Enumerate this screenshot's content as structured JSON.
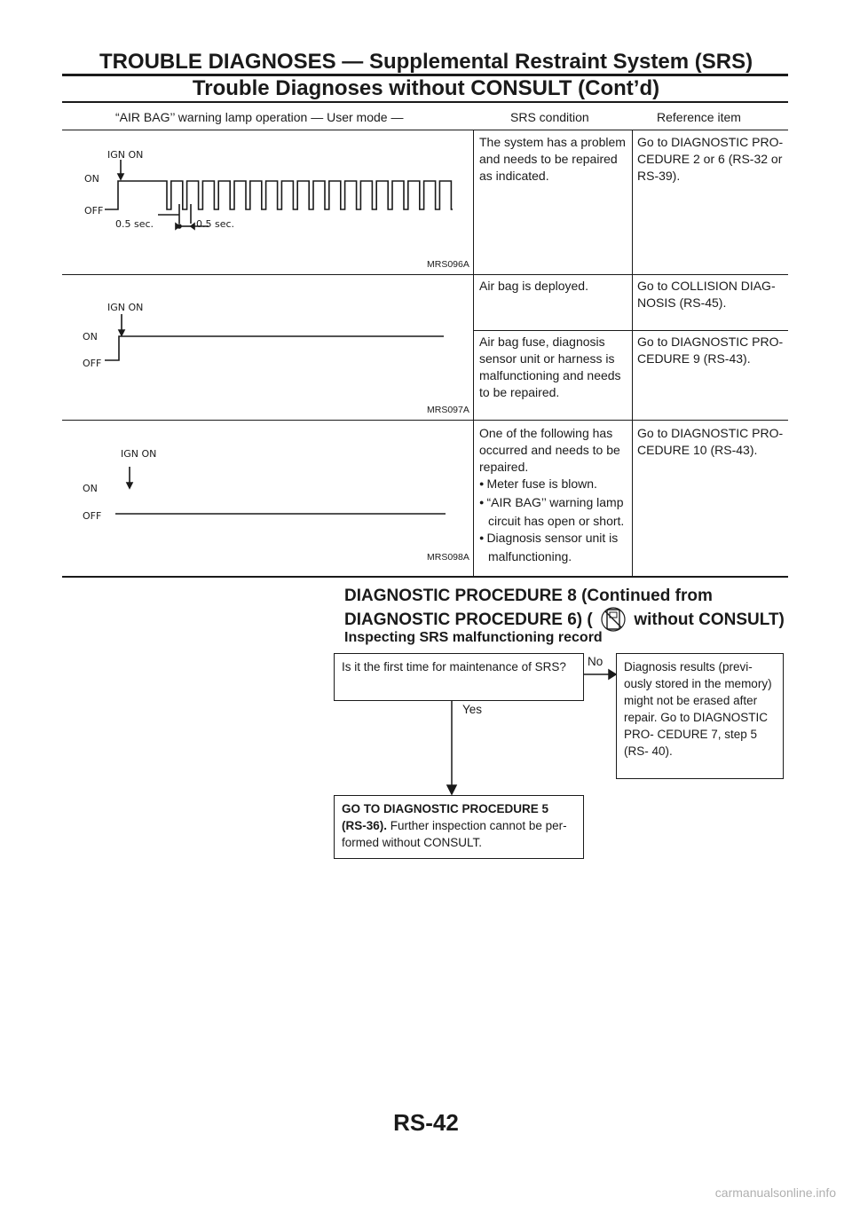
{
  "header": {
    "line1": "TROUBLE DIAGNOSES — Supplemental Restraint System (SRS)",
    "line2": "Trouble Diagnoses without CONSULT (Cont’d)"
  },
  "table": {
    "columns": [
      "“AIR BAG’’ warning lamp operation — User mode —",
      "SRS condition",
      "Reference item"
    ],
    "rows": [
      {
        "figure_id": "MRS096A",
        "diagram_labels": {
          "ign": "IGN ON",
          "on": "ON",
          "off": "OFF",
          "t1": "0.5 sec.",
          "t2": "0.5 sec."
        },
        "conditions": [
          {
            "condition": "The system has a problem and needs to be repaired as indicated.",
            "reference": "Go to DIAGNOSTIC PRO- CEDURE 2 or 6 (RS-32 or RS-39)."
          }
        ]
      },
      {
        "figure_id": "MRS097A",
        "diagram_labels": {
          "ign": "IGN ON",
          "on": "ON",
          "off": "OFF"
        },
        "conditions": [
          {
            "condition": "Air bag is deployed.",
            "reference": "Go to COLLISION DIAG- NOSIS (RS-45)."
          },
          {
            "condition": "Air bag fuse, diagnosis sensor unit or harness is malfunctioning and needs to be repaired.",
            "reference": "Go to DIAGNOSTIC PRO- CEDURE 9 (RS-43)."
          }
        ]
      },
      {
        "figure_id": "MRS098A",
        "diagram_labels": {
          "ign": "IGN ON",
          "on": "ON",
          "off": "OFF"
        },
        "conditions": [
          {
            "condition": "One of the following has occurred and needs to be repaired.",
            "bullets": [
              "Meter fuse is blown.",
              "“AIR BAG’’ warning lamp circuit has open or short.",
              "Diagnosis sensor unit is malfunctioning."
            ],
            "reference": "Go to DIAGNOSTIC PRO- CEDURE 10 (RS-43)."
          }
        ]
      }
    ]
  },
  "procedure": {
    "title_line1": "DIAGNOSTIC PROCEDURE 8 (Continued from",
    "title_line2_pre": "DIAGNOSTIC PROCEDURE 6) (",
    "title_line2_post": "without CONSULT)",
    "subtitle": "Inspecting SRS malfunctioning record",
    "question": "Is it the first time for maintenance of SRS?",
    "no_label": "No",
    "yes_label": "Yes",
    "no_result": "Diagnosis results (previ- ously stored in the memory) might not be erased after repair. Go to DIAGNOSTIC PRO- CEDURE 7, step 5 (RS- 40).",
    "yes_result_bold": "GO TO DIAGNOSTIC PROCEDURE 5 (RS-36).",
    "yes_result_text": "Further inspection cannot be per- formed without CONSULT."
  },
  "footer": {
    "page": "RS-42"
  },
  "watermark": "carmanualsonline.info"
}
